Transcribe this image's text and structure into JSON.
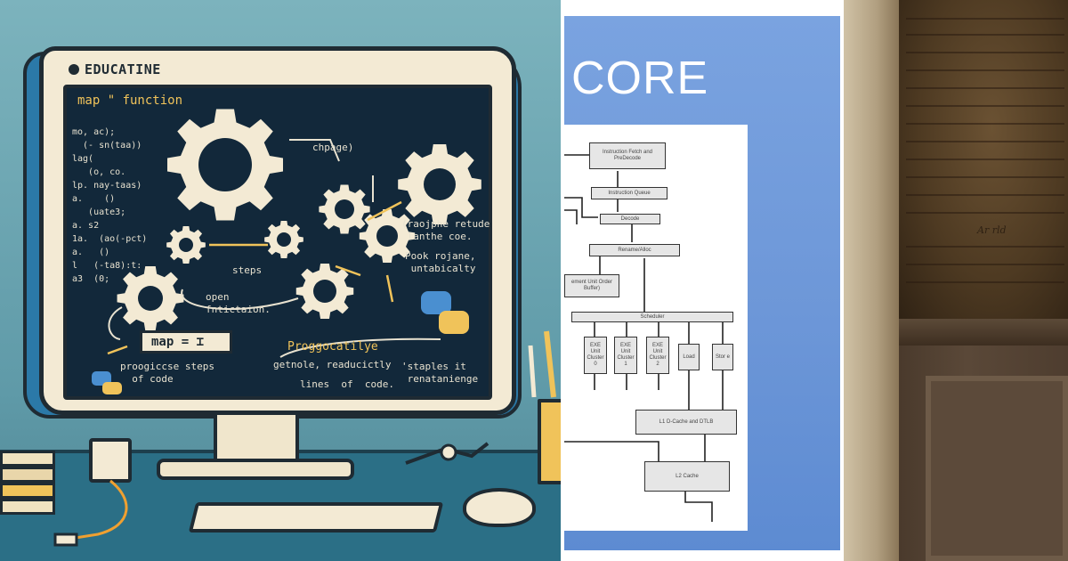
{
  "left_panel": {
    "brand": "EDUCATINE",
    "screen_title": "map \" function",
    "code_lines": [
      "mo, ac);",
      "  (- sn(taa))",
      "lag(",
      "   (o, co.",
      "lp. nay-taas)",
      "a.    ()",
      "   (uate3;",
      "a. s2",
      "1a.  (ao(-pct)",
      "a.   ()",
      "l   (-ta8):t:",
      "a3  (0;"
    ],
    "labels": {
      "chpage": "chpage)",
      "steps": "steps",
      "open_fn": "open\nfntictaion.",
      "retude": "(raojphe retude\n lanthe coe.",
      "pook": "Pook rojane,\n untabicalty",
      "progg": "Proggocatilye",
      "getnole": "getnole, readucictly",
      "lines": "lines  of  code.",
      "prog_steps": "proogiccse steps\n  of code",
      "staples": "'staples it\n renatanienge"
    },
    "map_box": "map = ⌶"
  },
  "middle_panel": {
    "title": "CORE",
    "blocks": {
      "fetch": "Instruction Fetch and PreDecode",
      "queue": "Instruction Queue",
      "decode": "Decode",
      "rename": "Rename/Alloc",
      "retire": "ement Unit Order Buffer)",
      "scheduler": "Scheduler",
      "exe0": "EXE Unit Cluster 0",
      "exe1": "EXE Unit Cluster 1",
      "exe2": "EXE Unit Cluster 2",
      "load": "Load",
      "store": "Stor e",
      "l1": "L1 D-Cache and DTLB",
      "l2": "L2 Cache"
    }
  },
  "right_panel": {
    "signature": "Ar rld"
  },
  "colors": {
    "left_bg": "#6fa6b2",
    "screen": "#12283a",
    "gear": "#f3ead4",
    "accent_yellow": "#f0c35a",
    "slide_blue": "#6d97d8",
    "wood": "#4e3a22"
  }
}
